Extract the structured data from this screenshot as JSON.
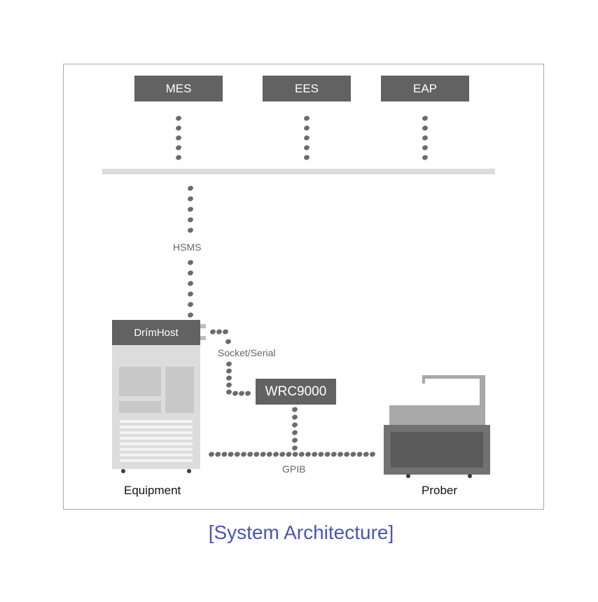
{
  "systems": [
    {
      "label": "MES"
    },
    {
      "label": "EES"
    },
    {
      "label": "EAP"
    }
  ],
  "links": {
    "hsms": "HSMS",
    "socket_serial": "Socket/Serial",
    "gpib": "GPIB"
  },
  "host": {
    "label": "DrímHost"
  },
  "controller": {
    "label": "WRC9000"
  },
  "devices": {
    "equipment": "Equipment",
    "prober": "Prober"
  },
  "title": "[System Architecture]",
  "colors": {
    "box": "#626262",
    "dots": "#6b6b6b",
    "bus": "#dcdcdc",
    "equipment": "#dcdcdc",
    "prober": "#a8a8a8",
    "title": "#4a55b3"
  }
}
